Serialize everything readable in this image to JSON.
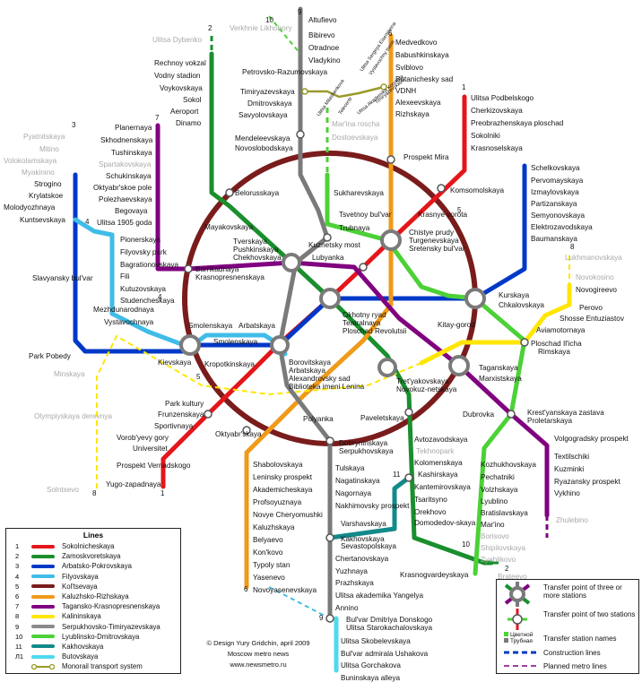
{
  "map": {
    "line_numbers": [
      "10",
      "9",
      "6",
      "2",
      "1",
      "7",
      "3",
      "4",
      "8",
      "5",
      "4",
      "5",
      "11",
      "2",
      "9",
      "10",
      "6",
      "8",
      "1"
    ],
    "stations": {
      "altufievo": "Altufievo",
      "bibirevo": "Bibirevo",
      "otradnoe": "Otradnoe",
      "vladykino": "Vladykino",
      "verkhnie": "Verkhnie Likhobory",
      "dybenko": "Ulitsa Dybenko",
      "medvedkovo": "Medvedkovo",
      "babushkinskaya": "Babushkinskaya",
      "sviblovo": "Sviblovo",
      "botanichesky": "Botanichesky sad",
      "vdnh": "VDNH",
      "alexeevskaya": "Alexeevskaya",
      "rizhskaya": "Rizhskaya",
      "marina": "Mar'ina roscha",
      "dostoevskaya": "Dostoevskaya",
      "prospekt_mira": "Prospekt Mira",
      "rechnoy": "Rechnoy vokzal",
      "vodny": "Vodny stadion",
      "voykovskaya": "Voykovskaya",
      "sokol": "Sokol",
      "aeroport": "Aeroport",
      "dinamo": "Dinamo",
      "petrovsko": "Petrovsko-Razumovskaya",
      "timiryazevskaya": "Timiryazevskaya",
      "dmitrovskaya": "Dmitrovskaya",
      "savyolovskaya": "Savyolovskaya",
      "mendeleevskaya": "Mendeleevskaya",
      "novoslobodskaya": "Novoslobodskaya",
      "podbelskogo": "Ulitsa Podbelskogo",
      "cherkizovskaya": "Cherkizovskaya",
      "preobrazhenskaya": "Preobrazhenskaya ploschad",
      "sokolniki": "Sokolniki",
      "krasnoselskaya": "Krasnoselskaya",
      "komsomolskaya": "Komsomolskaya",
      "krasnye_vorota": "Krasnye vorota",
      "chistye_prudy": "Chistye prudy",
      "turgenevskaya": "Turgenevskaya",
      "sretensky": "Sretensky bul'var",
      "sukharevskaya": "Sukharevskaya",
      "tsvetnoy": "Tsvetnoy bul'var",
      "trubnaya": "Trubnaya",
      "kuznetsky": "Kuznetsky most",
      "lubyanka": "Lubyanka",
      "planernaya": "Planernaya",
      "skhodnenskaya": "Skhodnenskaya",
      "tushinskaya": "Tushinskaya",
      "spartakovskaya": "Spartakovskaya",
      "schukinskaya": "Schukinskaya",
      "oktyabrskoe": "Oktyabr'skoe pole",
      "polezhaevskaya": "Polezhaevskaya",
      "begovaya": "Begovaya",
      "ulitsa1905": "Ulitsa 1905 goda",
      "belorusskaya": "Belorusskaya",
      "mayakovskaya": "Mayakovskaya",
      "tverskaya": "Tverskaya",
      "pushkinskaya": "Pushkinskaya",
      "chekhovskaya": "Chekhovskaya",
      "barrikadnaya": "Barrikadnaya",
      "krasnopresnenskaya": "Krasnopresnenskaya",
      "pyatnitskaya": "Pyatnitskaya",
      "mitino": "Mitino",
      "volokolamskaya": "Volokolamskaya",
      "myakinino": "Myakinino",
      "strogino": "Strogino",
      "krylatskoe": "Krylatskoe",
      "molodyozhnaya": "Molodyozhnaya",
      "kuntsevskaya": "Kuntsevskaya",
      "pionerskaya": "Pionerskaya",
      "filyovsky": "Filyovsky park",
      "bagrationovskaya": "Bagrationovskaya",
      "fili": "Fili",
      "kutuzovskaya": "Kutuzovskaya",
      "studencheskaya": "Studencheskaya",
      "mezhdunarodnaya": "Mezhdunarodnaya",
      "vystavochnaya": "Vystavochnaya",
      "slavyansky": "Slavyansky bul'var",
      "park_pobedy": "Park Pobedy",
      "minskaya": "Minskaya",
      "olympiyskaya": "Olympiyskaya derevnya",
      "solntsevo": "Solntsevo",
      "smolenskaya1": "Smolenskaya",
      "arbatskaya1": "Arbatskaya",
      "smolenskaya2": "Smolenskaya",
      "kievskaya": "Kievskaya",
      "kropotkinskaya": "Kropotkinskaya",
      "park_kultury": "Park kultury",
      "frunzenskaya": "Frunzenskaya",
      "sportivnaya": "Sportivnaya",
      "vorobyevy": "Vorob'yevy gory",
      "universitet": "Universitet",
      "prospekt_vernadskogo": "Prospekt Vernadskogo",
      "yugo_zapadnaya": "Yugo-zapadnaya",
      "borovitskaya": "Borovitskaya",
      "arbatskaya2": "Arbatskaya",
      "alexandrovsky": "Alexandrovsky sad",
      "biblioteka": "Biblioteka imeni Lenina",
      "okhotny": "Okhotny ryad",
      "teatralnaya": "Teatralnaya",
      "ploschad_rev": "Ploschad Revolutsii",
      "kitay_gorod": "Kitay-gorod",
      "kurskaya": "Kurskaya",
      "chkalovskaya": "Chkalovskaya",
      "schelkovskaya": "Schelkovskaya",
      "pervomayskaya": "Pervomayskaya",
      "izmaylovskaya": "Izmaylovskaya",
      "partizanskaya": "Partizanskaya",
      "semyonovskaya": "Semyonovskaya",
      "elektrozavodskaya": "Elektrozavodskaya",
      "baumanskaya": "Baumanskaya",
      "lukhmanovskaya": "Lukhmanovskaya",
      "novokosino": "Novokosino",
      "novogireevo": "Novogireevo",
      "perovo": "Perovo",
      "shosse": "Shosse Entuziastov",
      "aviamotornaya": "Aviamotornaya",
      "ploschad_ilicha": "Ploschad Il'icha",
      "rimskaya": "Rimskaya",
      "taganskaya": "Taganskaya",
      "marxistskaya": "Marxistskaya",
      "tretyakovskaya": "Tret'yakovskaya",
      "novokuznetskaya": "Novokuz-netskaya",
      "polyanka": "Polyanka",
      "oktyabrskaya": "Oktyabr'skaya",
      "paveletskaya": "Paveletskaya",
      "dobryninskaya": "Dobryninskaya",
      "serpukhovskaya": "Serpukhovskaya",
      "tulskaya": "Tulskaya",
      "nagatinskaya": "Nagatinskaya",
      "nagornaya": "Nagornaya",
      "nakhimovsky": "Nakhimovsky prospekt",
      "varshavskaya": "Varshavskaya",
      "kashirskaya": "Kashirskaya",
      "avtozavodskaya": "Avtozavodskaya",
      "tekhnopark": "Tekhnopark",
      "kolomenskaya": "Kolomenskaya",
      "kantemirovskaya": "Kantemirovskaya",
      "tsaritsyno": "Tsaritsyno",
      "orekhovo": "Orekhovo",
      "domodedovskaya": "Domodedov-skaya",
      "krasnogvardeyskaya": "Krasnogvardeyskaya",
      "brateevo": "Brateevo",
      "dubrovka": "Dubrovka",
      "krestyanskaya": "Krest'yanskaya zastava",
      "proletarskaya": "Proletarskaya",
      "volgogradsky": "Volgogradsky prospekt",
      "textilschiki": "Textilschiki",
      "kuzminki": "Kuzminki",
      "ryazansky": "Ryazansky prospekt",
      "vykhino": "Vykhino",
      "zhulebino": "Zhulebino",
      "kozhukhovskaya": "Kozhukhovskaya",
      "pechatniki": "Pechatniki",
      "volzhskaya": "Volzhskaya",
      "lyublino": "Lyublino",
      "bratislavskaya": "Bratislavskaya",
      "marino": "Mar'ino",
      "borisovo": "Borisovo",
      "shipilovskaya": "Shipilovskaya",
      "zyablikovo": "Zyablikovo",
      "shabolovskaya": "Shabolovskaya",
      "leninsky": "Leninsky prospekt",
      "akademicheskaya": "Akademicheskaya",
      "profsoyuznaya": "Profsoyuznaya",
      "novye_cher": "Novye Cheryomushki",
      "kaluzhskaya": "Kaluzhskaya",
      "belyaevo": "Belyaevo",
      "konkovo": "Kon'kovo",
      "teply_stan": "Typoly stan",
      "yasenevo": "Yasenevo",
      "novoyasenevskaya": "Novoyasenevskaya",
      "kakhovskaya": "Kakhovskaya",
      "sevastopolskaya": "Sevastopolskaya",
      "chertanovskaya": "Chertanovskaya",
      "yuzhnaya": "Yuzhnaya",
      "prazhskaya": "Prazhskaya",
      "yangelya": "Ulitsa akademika Yangelya",
      "annino": "Annino",
      "dm_donskogo": "Bul'var Dmitriya Donskogo",
      "starokachalovskaya": "Ulitsa Starokachalovskaya",
      "skobelevskaya": "Ulitsa Skobelevskaya",
      "ushakova": "Bul'var admirala Ushakova",
      "gorchakova": "Ulitsa Gorchakova",
      "buninskaya": "Buninskaya alleya",
      "monorail1": "Ulitsa Sergeya Eisensteina",
      "monorail2": "Vystavochny tsentr",
      "monorail3": "Ulitsa Akademika Koroleva",
      "monorail4": "Telecentr",
      "monorail5": "Ulitsa Milashenkova",
      "monorail6": "Timiryazevskaya"
    }
  },
  "legend": {
    "title": "Lines",
    "items": [
      {
        "num": "1",
        "name": "Sokolnicheskaya",
        "color": "#e4161b"
      },
      {
        "num": "2",
        "name": "Zamoskvoretskaya",
        "color": "#1a8f2d"
      },
      {
        "num": "3",
        "name": "Arbatsko-Pokrovskaya",
        "color": "#0038c8"
      },
      {
        "num": "4",
        "name": "Filyovskaya",
        "color": "#40bce8"
      },
      {
        "num": "5",
        "name": "Kol'tsevaya",
        "color": "#7a1c1c"
      },
      {
        "num": "6",
        "name": "Kaluzhsko-Rizhskaya",
        "color": "#f09a1a"
      },
      {
        "num": "7",
        "name": "Tagansko-Krasnopresnenskaya",
        "color": "#800080"
      },
      {
        "num": "8",
        "name": "Kalininskaya",
        "color": "#ffe600"
      },
      {
        "num": "9",
        "name": "Serpukhovsko-Timiryazevskaya",
        "color": "#8a8a8a"
      },
      {
        "num": "10",
        "name": "Lyublinsko-Dmitrovskaya",
        "color": "#4cd137"
      },
      {
        "num": "11",
        "name": "Kakhovskaya",
        "color": "#138a8a"
      },
      {
        "num": "Л1",
        "name": "Butovskaya",
        "color": "#4fd8f0"
      },
      {
        "num": "",
        "name": "Monorail transport system",
        "color": "#9a9a2a"
      }
    ]
  },
  "key": {
    "transfer3": "Transfer point of three or more stations",
    "transfer2": "Transfer point of two stations",
    "names": "Transfer station names",
    "name1": "Цветной",
    "name2": "Трубная",
    "construction": "Construction lines",
    "planned": "Planned metro lines"
  },
  "credits": {
    "design": "© Design Yury Gridchin, april 2009",
    "news": "Moscow metro news",
    "site": "www.newsmetro.ru"
  }
}
